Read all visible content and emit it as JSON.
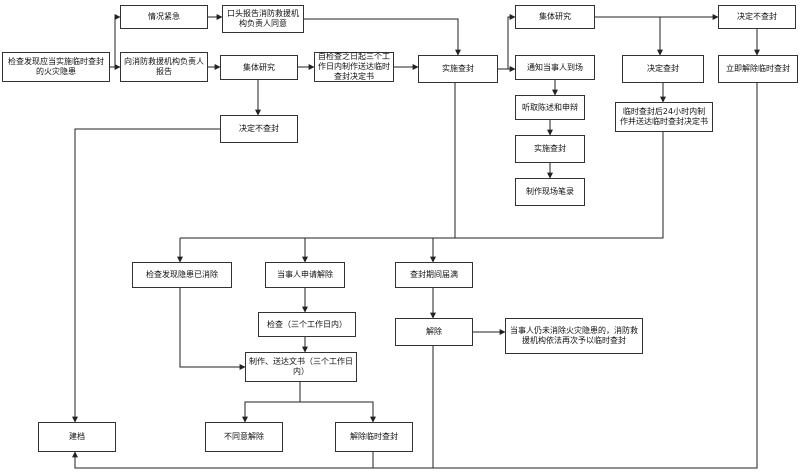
{
  "nodes": {
    "start": "检查发现应当实施临时查封的火灾隐患",
    "urgent": "情况紧急",
    "oral": "口头报告消防救援机构负责人同意",
    "report": "向消防救援机构负责人报告",
    "research1": "集体研究",
    "within3": "自检查之日起三个工作日内制作送达临时查封决定书",
    "implement": "实施查封",
    "no_seal1": "决定不查封",
    "research2": "集体研究",
    "notify": "通知当事人到场",
    "listen": "听取陈述和申辩",
    "impl2": "实施查封",
    "record": "制作现场笔录",
    "decide_seal": "决定查封",
    "deliver24": "临时查封后24小时内制作并送达临时查封决定书",
    "no_seal2": "决定不查封",
    "lift_now": "立即解除临时查封",
    "eliminated": "检查发现隐患已消除",
    "apply_lift": "当事人申请解除",
    "expired": "查封期间届满",
    "check3": "检查（三个工作日内）",
    "lift": "解除",
    "reseal": "当事人仍未消除火灾隐患的，消防救援机构依法再次予以临时查封",
    "make_doc": "制作、送达文书（三个工作日内）",
    "archive": "建档",
    "disagree": "不同意解除",
    "lift_seal": "解除临时查封"
  }
}
